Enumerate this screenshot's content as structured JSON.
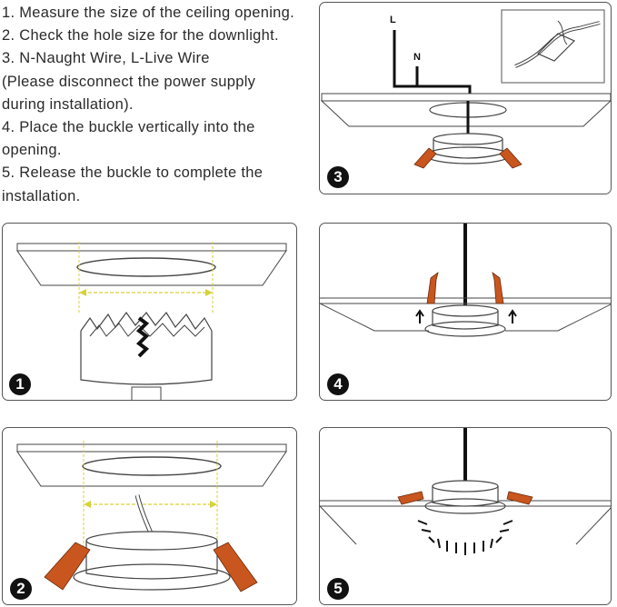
{
  "instructions": [
    "1. Measure the size of the ceiling opening.",
    "2. Check the hole size for the downlight.",
    "3. N-Naught Wire, L-Live Wire",
    "(Please disconnect the power supply",
    "during installation).",
    "4. Place the buckle vertically into the",
    "opening.",
    "5. Release the buckle to complete the",
    "installation."
  ],
  "panels": {
    "step1": {
      "badge": "1"
    },
    "step2": {
      "badge": "2"
    },
    "step3": {
      "badge": "3",
      "label_l": "L",
      "label_n": "N"
    },
    "step4": {
      "badge": "4"
    },
    "step5": {
      "badge": "5"
    }
  },
  "colors": {
    "clip": "#c8561e",
    "guide": "#d6d23a",
    "line": "#333333"
  }
}
